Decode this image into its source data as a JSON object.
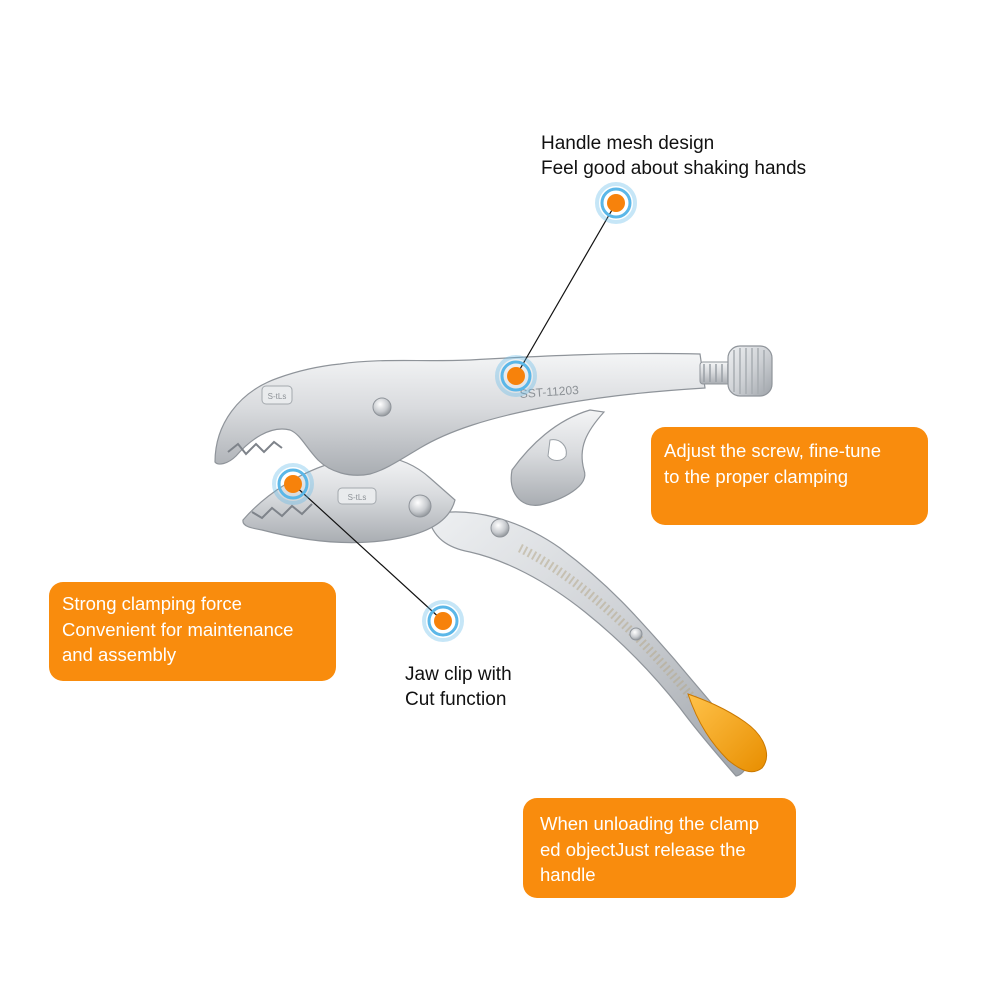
{
  "theme": {
    "accent": "#f98c0d",
    "marker_core": "#f7820b",
    "marker_ring": "#5bb7e8",
    "line": "#111111",
    "steel": "#d7d9dc",
    "grip": "#f6a313"
  },
  "tool": {
    "model_marking": "SST-11203",
    "jaw_stamp": "S-tLs",
    "icon": "locking-pliers-icon"
  },
  "callouts": {
    "handle_mesh": {
      "line1": "Handle mesh design",
      "line2": "Feel good about shaking hands"
    },
    "adjust_screw": {
      "line1": "Adjust the screw, fine-tune",
      "line2": "to the proper clamping"
    },
    "clamping_force": {
      "line1": "Strong clamping force",
      "line2": "Convenient for maintenance",
      "line3": "and assembly"
    },
    "jaw_clip": {
      "line1": "Jaw clip with",
      "line2": "Cut function"
    },
    "unloading": {
      "line1": "When unloading the clamp",
      "line2": "ed objectJust release the",
      "line3": "handle"
    }
  }
}
